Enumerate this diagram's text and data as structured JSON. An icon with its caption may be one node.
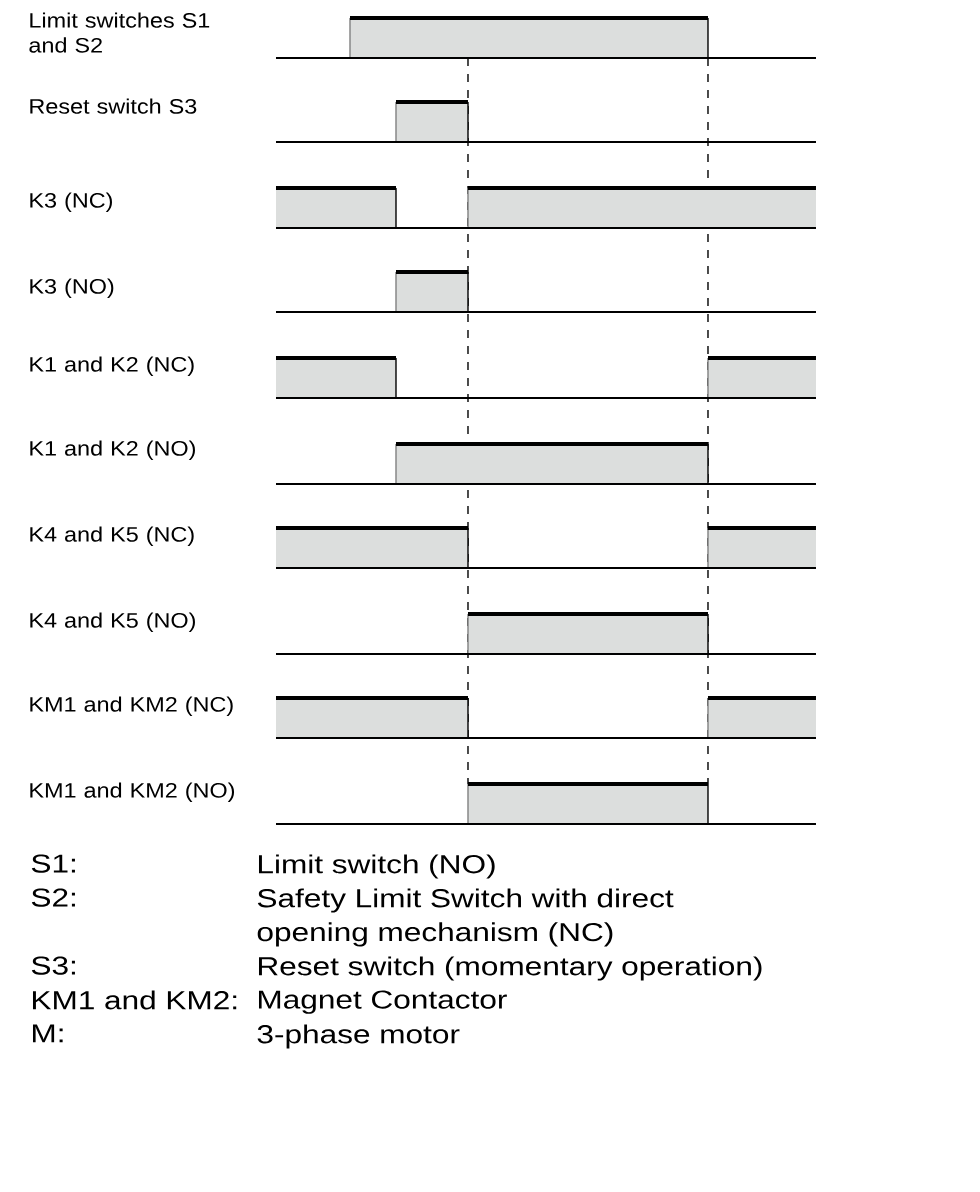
{
  "diagram": {
    "labels": [
      "Limit switches S1 and S2",
      "Reset switch S3",
      "K3 (NC)",
      "K3 (NO)",
      "K1 and K2 (NC)",
      "K1 and K2 (NO)",
      "K4 and K5 (NC)",
      "K4 and K5 (NO)",
      "KM1 and KM2 (NC)",
      "KM1 and KM2 (NO)",
      "S1:",
      "Limit switch (NO)",
      "S2:",
      "Safety Limit Switch with direct opening mechanism (NC)",
      "S3:",
      "Reset switch (momentary operation)",
      "KM1 and KM2:",
      "Magnet Contactor",
      "M:",
      "3-phase motor"
    ]
  }
}
